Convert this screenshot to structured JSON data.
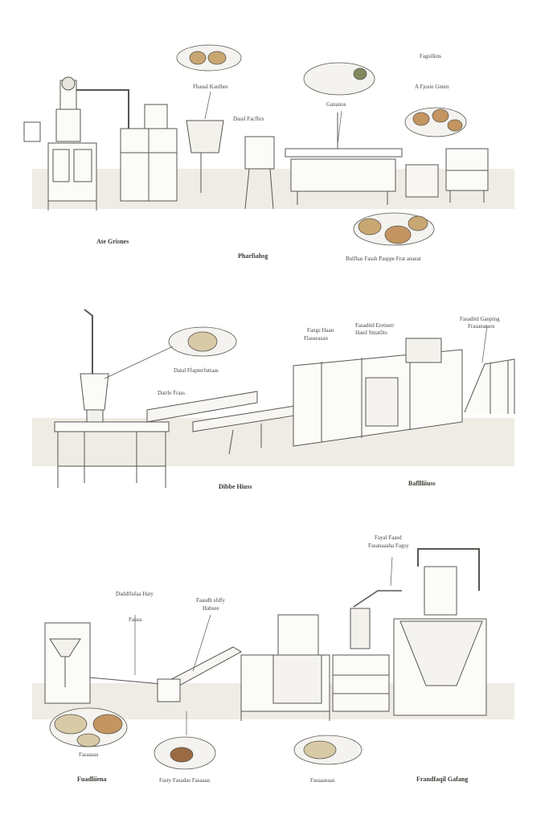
{
  "panel1": {
    "labels": {
      "top_right": "Fagsilkns",
      "top_right_2": "A Fjoste Gnten",
      "center_top": "Fhanal Kanlhes",
      "mid_left": "Dassl Facfhrs",
      "mid_center": "Gananos",
      "bottom_left": "Ate Grisnes",
      "bottom_center": "Pharfiahsg",
      "bottom_right": "Bulfhas Fassh Pasppe Frat anaeat"
    }
  },
  "panel2": {
    "labels": {
      "plate_caption": "Datal Ffapterfuttaas",
      "conveyor_label": "Datrle Frass",
      "top_a": "Fangs Haan",
      "top_a_2": "Flasseasan",
      "top_b": "Fasaditd Eretnerr",
      "top_b_2": "Haed Smatfits",
      "top_right": "Fasaditd Ganping",
      "top_right_2": "Frasanaraos",
      "bottom_center": "Dibbe Hiuss",
      "bottom_right": "Bafllliiuss"
    }
  },
  "panel3": {
    "labels": {
      "top_left": "Daddlfufaa Haty",
      "top_left_2": "Fasoa",
      "top_mid": "Faasdb sfdfy",
      "top_mid_2": "Habsee",
      "top_right": "Fayal Faasd",
      "top_right_2": "Fasanaaaha Fagsy",
      "plate_caption": "Fasaasas",
      "bottom_left": "Fuadliiena",
      "bottom_mid": "Fasty Fasadas Fasaaaa",
      "bottom_mid_2": "Fasaaasaas",
      "bottom_right": "Frandfaqil Gafang"
    }
  }
}
